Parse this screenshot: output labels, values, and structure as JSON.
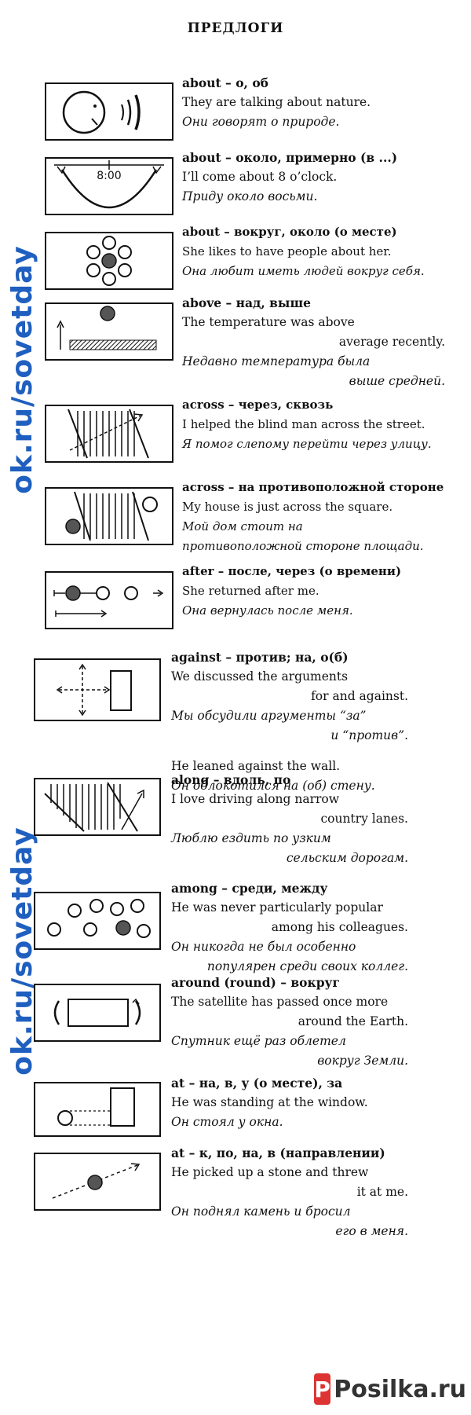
{
  "title": "ПРЕДЛОГИ",
  "watermark": "ok.ru/sovetday",
  "logo": {
    "text": "Posilka.ru",
    "mark": "P"
  },
  "entries": [
    {
      "head": "about – о, об",
      "lines": [
        "They are talking about nature.",
        "Они говорят о природе."
      ],
      "clock": "8:00"
    },
    {
      "head": "about – около, примерно (в ...)",
      "lines": [
        "I’ll come about 8 o’clock.",
        "Приду около восьми."
      ]
    },
    {
      "head": "about – вокруг, около (о месте)",
      "lines": [
        "She likes to have people about her.",
        "Она любит иметь людей вокруг себя."
      ]
    },
    {
      "head": "above – над, выше",
      "lines": [
        "The temperature was above",
        "average recently.",
        "Недавно температура была",
        "выше средней."
      ]
    },
    {
      "head": "across – через, сквозь",
      "lines": [
        "I helped the blind man across the street.",
        "Я помог слепому перейти через улицу."
      ]
    },
    {
      "head": "across – на противоположной стороне",
      "lines": [
        "My house is just across the square.",
        "Мой дом стоит на",
        "противоположной стороне площади."
      ]
    },
    {
      "head": "after – после, через (о времени)",
      "lines": [
        "She returned after me.",
        "Она вернулась после меня."
      ]
    },
    {
      "head": "against – против; на, о(б)",
      "lines": [
        "We discussed the arguments",
        "for and against.",
        "Мы обсудили аргументы “за”",
        "и “против”.",
        "He leaned against the wall.",
        "Он облокотился на (об) стену."
      ]
    },
    {
      "head": "along – вдоль, по",
      "lines": [
        "I love driving along narrow",
        "country lanes.",
        "Люблю ездить по узким",
        "сельским дорогам."
      ]
    },
    {
      "head": "among – среди, между",
      "lines": [
        "He was never particularly popular",
        "among his colleagues.",
        "Он никогда не был особенно",
        "популярен среди своих коллег."
      ]
    },
    {
      "head": "around (round) – вокруг",
      "lines": [
        "The satellite has passed once more",
        "around the Earth.",
        "Спутник ещё раз облетел",
        "вокруг Земли."
      ]
    },
    {
      "head": "at – на, в, у (о месте), за",
      "lines": [
        "He was standing at the window.",
        "Он стоял у окна."
      ]
    },
    {
      "head": "at – к, по, на, в (направлении)",
      "lines": [
        "He picked up a stone and threw",
        "it at me.",
        "Он поднял камень и бросил",
        "его в меня."
      ]
    }
  ]
}
